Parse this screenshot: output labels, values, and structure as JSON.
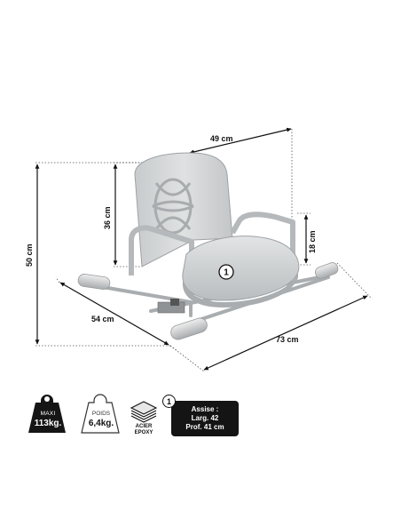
{
  "dimensions": {
    "width_top": "49 cm",
    "back_height": "36 cm",
    "total_height": "50 cm",
    "armrest_height": "18 cm",
    "depth": "54 cm",
    "length": "73 cm"
  },
  "callout": {
    "number": "1"
  },
  "specs": {
    "max_weight": {
      "label": "MAXI",
      "value": "113kg."
    },
    "product_weight": {
      "label": "POIDS",
      "value": "6,4kg."
    },
    "material": {
      "line1": "ACIER",
      "line2": "EPOXY"
    },
    "seat": {
      "badge": "1",
      "line1": "Assise :",
      "line2": "Larg. 42",
      "line3": "Prof. 41 cm"
    }
  },
  "colors": {
    "chair": "#cfd2d3",
    "frame": "#bfc3c5",
    "handle": "#d9dbdc",
    "dim_line": "#111111"
  }
}
